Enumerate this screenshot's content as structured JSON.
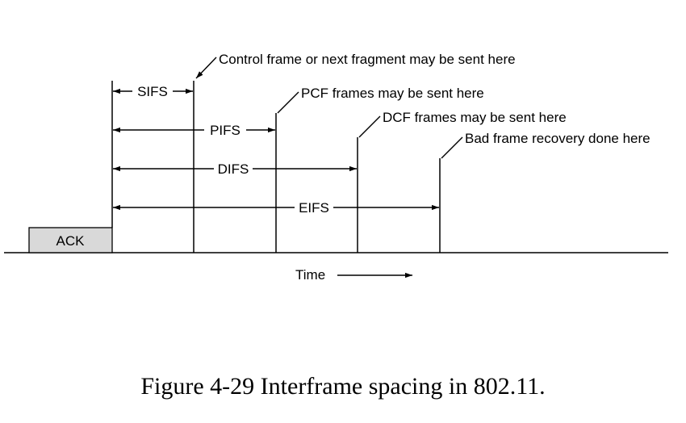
{
  "diagram": {
    "ack_label": "ACK",
    "intervals": {
      "sifs": "SIFS",
      "pifs": "PIFS",
      "difs": "DIFS",
      "eifs": "EIFS"
    },
    "annotations": {
      "control": "Control frame or next fragment may be sent here",
      "pcf": "PCF frames may be sent here",
      "dcf": "DCF frames may be sent here",
      "bad": "Bad frame recovery done here"
    },
    "time_label": "Time"
  },
  "caption": "Figure 4-29 Interframe spacing in 802.11.",
  "colors": {
    "ack_fill": "#d9d9d9",
    "line": "#000000"
  }
}
